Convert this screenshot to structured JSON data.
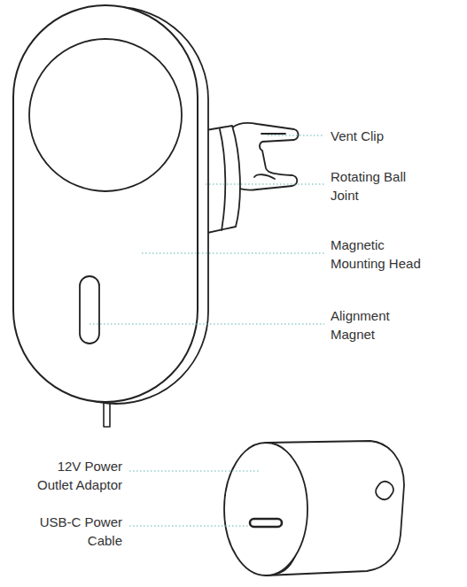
{
  "diagram": {
    "labels": [
      "Vent Clip",
      "Rotating Ball Joint",
      "Magnetic Mounting Head",
      "Alignment Magnet",
      "12V Power Outlet Adaptor",
      "USB-C Power Cable"
    ]
  }
}
